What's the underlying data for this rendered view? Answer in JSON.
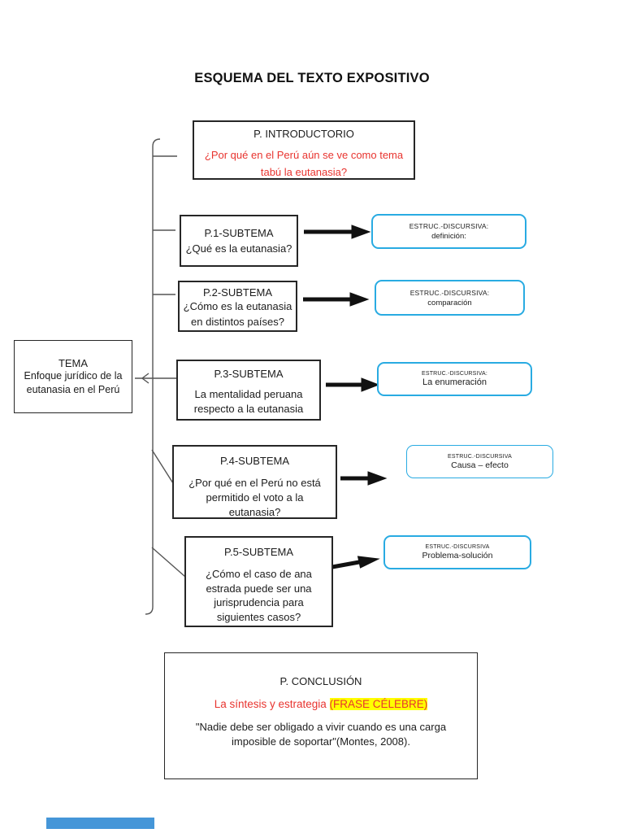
{
  "title": "ESQUEMA DEL TEXTO EXPOSITIVO",
  "intro": {
    "heading": "P. INTRODUCTORIO",
    "question_line1": "¿Por qué en el Perú aún se ve como tema",
    "question_line2": "tabú la eutanasia?"
  },
  "tema": {
    "heading": "TEMA",
    "line1": "Enfoque jurídico de la",
    "line2": "eutanasia en el Perú"
  },
  "subtemas": [
    {
      "heading": "P.1-SUBTEMA",
      "body": [
        "¿Qué es la eutanasia?"
      ],
      "estructura": {
        "label": "ESTRUC.-DISCURSIVA:",
        "value": "definición:"
      }
    },
    {
      "heading": "P.2-SUBTEMA",
      "body": [
        "¿Cómo es la eutanasia",
        "en distintos países?"
      ],
      "estructura": {
        "label": "ESTRUC.-DISCURSIVA:",
        "value": "comparación"
      }
    },
    {
      "heading": "P.3-SUBTEMA",
      "body": [
        "La mentalidad peruana",
        "respecto a la eutanasia"
      ],
      "estructura": {
        "label": "ESTRUC.-DISCURSIVA:",
        "value": "La enumeración"
      }
    },
    {
      "heading": "P.4-SUBTEMA",
      "body": [
        "¿Por qué en el Perú no está",
        "permitido el voto a la",
        "eutanasia?"
      ],
      "estructura": {
        "label": "ESTRUC.-DISCURSIVA",
        "value": "Causa – efecto"
      }
    },
    {
      "heading": "P.5-SUBTEMA",
      "body": [
        "¿Cómo el caso de ana",
        "estrada puede ser una",
        "jurisprudencia para",
        "siguientes casos?"
      ],
      "estructura": {
        "label": "ESTRUC.-DISCURSIVA",
        "value": "Problema-solución"
      }
    }
  ],
  "conclusion": {
    "heading": "P. CONCLUSIÓN",
    "red_text": "La síntesis y estrategia ",
    "highlight_text": "(FRASE CÉLEBRE)",
    "quote_line1": "\"Nadie debe ser obligado a vivir cuando es una carga",
    "quote_line2": "imposible de soportar\"(Montes, 2008)."
  },
  "colors": {
    "accent_red": "#e8342f",
    "highlight_yellow": "#ffff00",
    "estructura_border_blue": "#29abe2",
    "bottom_bar_blue": "#4596d8",
    "box_border": "#262626",
    "connector_gray": "#555555",
    "arrow_black": "#111111"
  }
}
